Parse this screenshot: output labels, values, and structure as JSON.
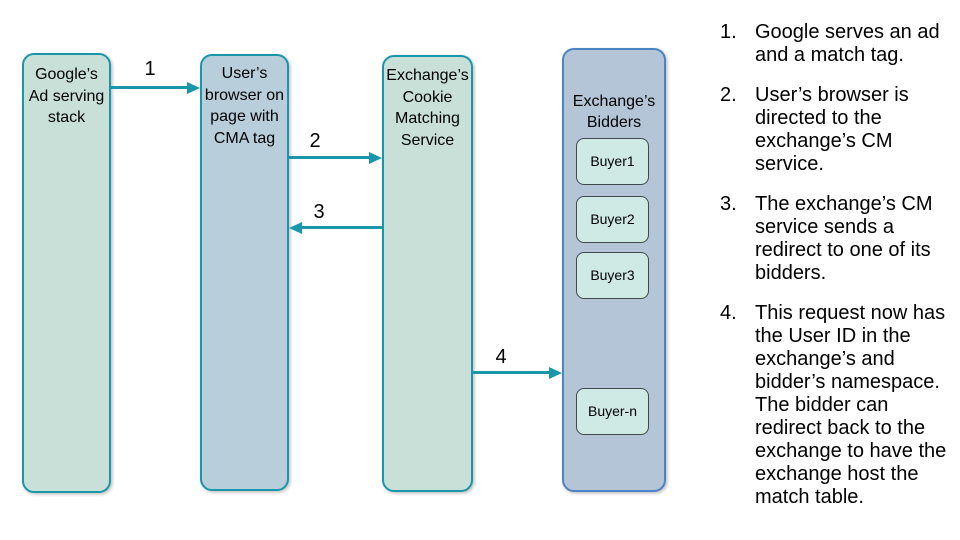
{
  "diagram": {
    "nodes": {
      "google": {
        "label": "Google’s\nAd serving\nstack"
      },
      "browser": {
        "label": "User’s\nbrowser on\npage with\nCMA tag"
      },
      "cm": {
        "label": "Exchange’s\nCookie\nMatching\nService"
      },
      "bidders": {
        "label": "Exchange’s\nBidders"
      }
    },
    "buyers": [
      "Buyer1",
      "Buyer2",
      "Buyer3",
      "Buyer-n"
    ],
    "arrows": [
      "1",
      "2",
      "3",
      "4"
    ]
  },
  "steps": [
    {
      "num": "1.",
      "text": "Google serves an ad\nand a match tag."
    },
    {
      "num": "2.",
      "text": "User’s browser is\ndirected to the\nexchange’s CM\nservice."
    },
    {
      "num": "3.",
      "text": "The exchange’s CM\nservice sends a\nredirect to one of its\nbidders."
    },
    {
      "num": "4.",
      "text": "This request now has\nthe User ID in the\nexchange’s and\nbidder’s namespace.\nThe bidder can\nredirect back to the\nexchange to have the\nexchange host the\nmatch table."
    }
  ],
  "colors": {
    "teal": "#1996a9",
    "sage-fill": "#c9e0d9",
    "blue-fill": "#b9cedb",
    "bidders-fill": "#b3c5d7",
    "bidders-border": "#4c83c3",
    "buyer-fill": "#cfe9e4",
    "buyer-border": "#40494c",
    "text": "#000000"
  }
}
